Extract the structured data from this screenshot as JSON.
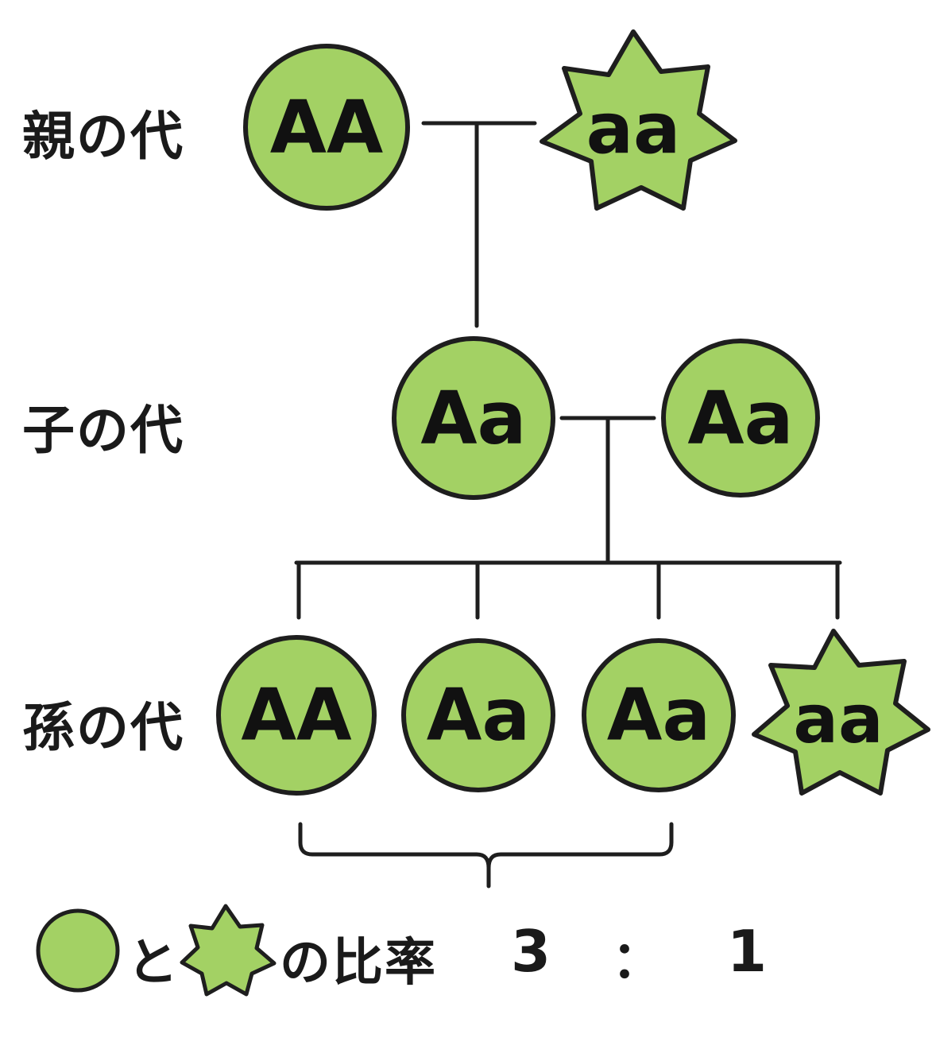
{
  "colors": {
    "fill": "#a3d164",
    "stroke": "#1e1e1e",
    "line": "#1e1e1e"
  },
  "rows": {
    "parent": "親の代",
    "child": "子の代",
    "grandchild": "孫の代"
  },
  "nodes": {
    "parent_1": {
      "text": "AA",
      "shape": "circle"
    },
    "parent_2": {
      "text": "aa",
      "shape": "star"
    },
    "child_1": {
      "text": "Aa",
      "shape": "circle"
    },
    "child_2": {
      "text": "Aa",
      "shape": "circle"
    },
    "grandchild_1": {
      "text": "AA",
      "shape": "circle"
    },
    "grandchild_2": {
      "text": "Aa",
      "shape": "circle"
    },
    "grandchild_3": {
      "text": "Aa",
      "shape": "circle"
    },
    "grandchild_4": {
      "text": "aa",
      "shape": "star"
    }
  },
  "legend": {
    "and": "と",
    "ratio_label": "の比率",
    "ratio_left": "3",
    "colon": "：",
    "ratio_right": "1"
  }
}
